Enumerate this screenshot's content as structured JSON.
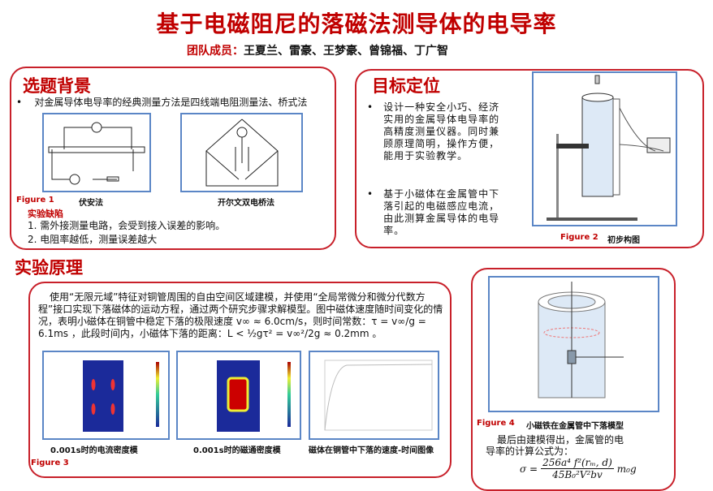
{
  "title": "基于电磁阻尼的落磁法测导体的电导率",
  "members_label": "团队成员：",
  "members": "王夏兰、雷豪、王梦豪、曾锦福、丁广智",
  "background": {
    "heading": "选题背景",
    "bullet": "对金属导体电导率的经典测量方法是四线端电阻测量法、桥式法",
    "figure_label": "Figure 1",
    "cap_left": "伏安法",
    "cap_right": "开尔文双电桥法",
    "defect_heading": "实验缺陷",
    "defects": [
      "1. 需外接测量电路，会受到接入误差的影响。",
      "2. 电阻率越低，测量误差越大"
    ]
  },
  "goal": {
    "heading": "目标定位",
    "bullets": [
      "设计一种安全小巧、经济实用的金属导体电导率的高精度测量仪器。同时兼顾原理简明，操作方便，能用于实验教学。",
      "基于小磁体在金属管中下落引起的电磁感应电流，由此测算金属导体的电导率。"
    ],
    "figure_label": "Figure 2",
    "caption": "初步构图"
  },
  "principle": {
    "heading": "实验原理",
    "para": "使用“无限元域”特征对铜管周围的自由空间区域建模，并使用“全局常微分和微分代数方程”接口实现下落磁体的运动方程，通过两个研究步骤求解模型。图中磁体速度随时间变化的情况，表明小磁体在铜管中稳定下落的极限速度 v∞ ≈ 6.0cm/s，则时间常数：τ = v∞/g = 6.1ms ，此段时间内，小磁体下落的距离：L < ½gτ² = v∞²/2g ≈ 0.2mm 。",
    "captions": [
      "0.001s时的电流密度模",
      "0.001s时的磁通密度模",
      "磁体在铜管中下落的速度-时间图像"
    ],
    "figure_label": "Figure 3"
  },
  "model": {
    "figure_label": "Figure 4",
    "caption": "小磁铁在金属管中下落模型",
    "text": "最后由建模得出，金属管的电导率的计算公式为：",
    "formula_num": "256a⁴ f²(rₘ, d)",
    "formula_den": "45B₀²V²bv",
    "formula_lhs": "σ =",
    "formula_rhs": "m₀g"
  }
}
